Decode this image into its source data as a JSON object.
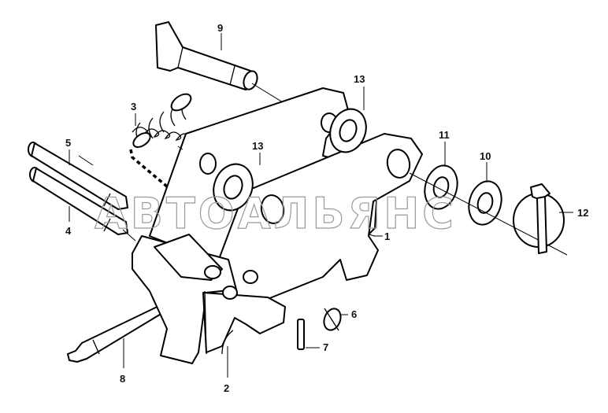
{
  "watermark": "АВТОАЛЬЯНС",
  "callouts": {
    "c1": "1",
    "c2": "2",
    "c3": "3",
    "c4": "4",
    "c5": "5",
    "c6": "6",
    "c7": "7",
    "c8": "8",
    "c9": "9",
    "c10": "10",
    "c11": "11",
    "c12": "12",
    "c13a": "13",
    "c13b": "13"
  }
}
